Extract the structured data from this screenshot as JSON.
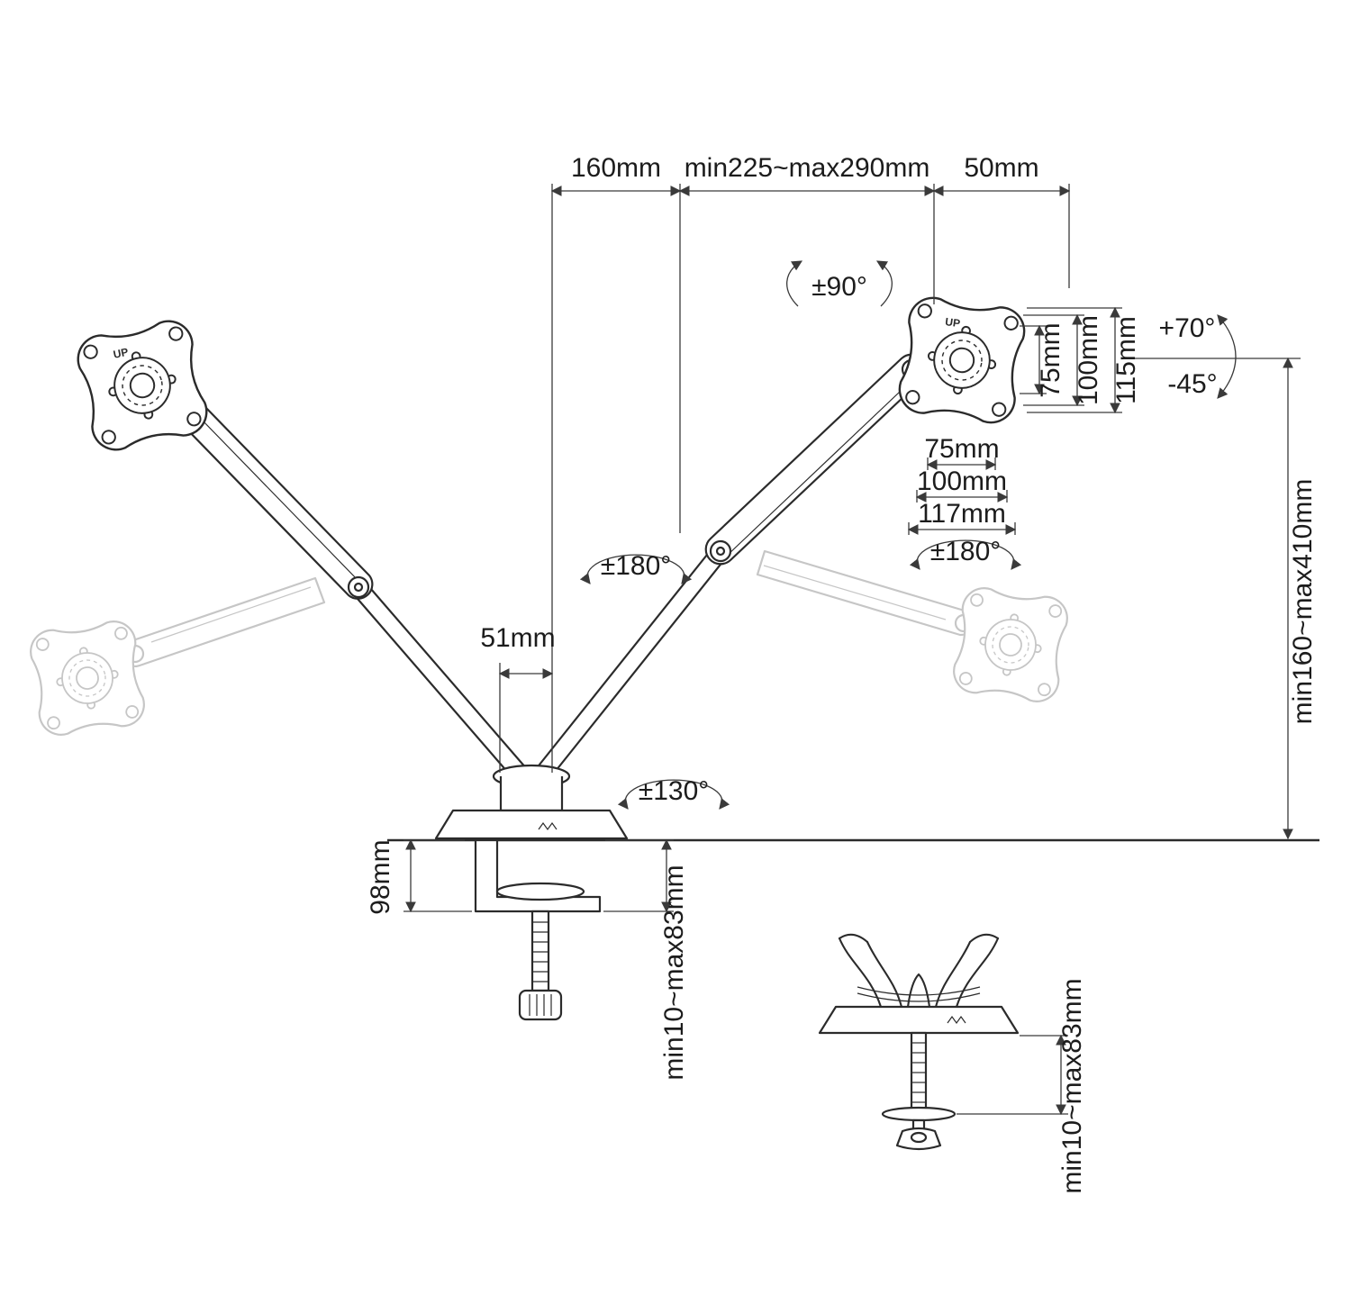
{
  "page": {
    "background": "#ffffff"
  },
  "colors": {
    "line": "#2b2b2b",
    "dimension": "#3a3a3a",
    "ghost": "#a8a8a8",
    "text": "#1c1c1c"
  },
  "diagram": {
    "name": "Dual monitor desk mount arm — dimension drawing",
    "dimensions": {
      "top_left_width": "160mm",
      "top_mid_range": "min225~max290mm",
      "top_right_width": "50mm",
      "plate_rotation": "±90°",
      "vesa_vertical_75": "75mm",
      "vesa_vertical_100": "100mm",
      "vesa_vertical_115": "115mm",
      "tilt_up": "+70°",
      "tilt_down": "-45°",
      "vesa_horizontal_75": "75mm",
      "vesa_horizontal_100": "100mm",
      "vesa_horizontal_117": "117mm",
      "arm_swivel_right": "±180°",
      "arm_swivel_left": "±180°",
      "post_offset": "51mm",
      "height_range": "min160~max410mm",
      "base_swivel": "±130°",
      "clamp_height": "98mm",
      "desk_thickness_main": "min10~max83mm",
      "desk_thickness_detail": "min10~max83mm",
      "up_marking": "UP"
    }
  }
}
